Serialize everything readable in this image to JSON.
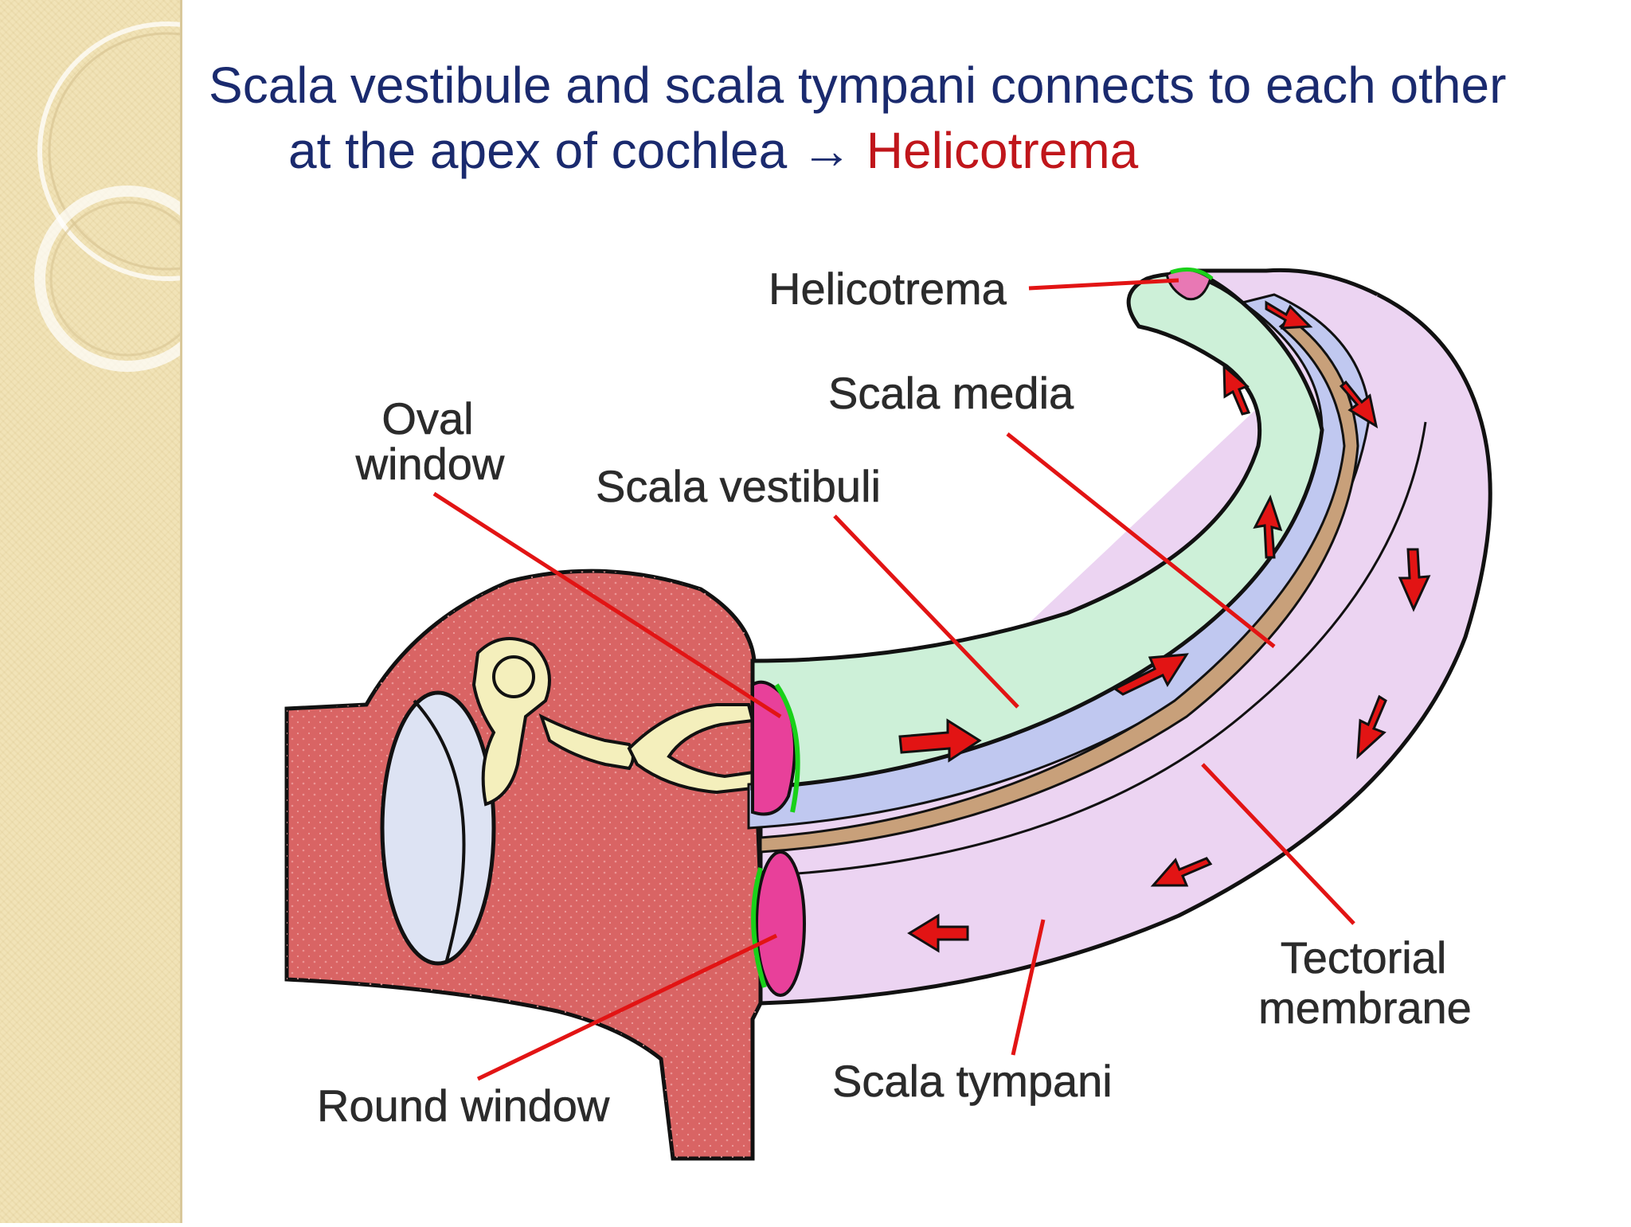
{
  "title": {
    "line1": "Scala vestibule and scala tympani connects to each other",
    "line2_prefix": "at the apex of cochlea",
    "arrow": "→",
    "highlight": "Helicotrema",
    "highlight_color": "#c0161b",
    "text_color": "#1a2a6e"
  },
  "diagram": {
    "labels": {
      "helicotrema": "Helicotrema",
      "scala_media": "Scala media",
      "oval_window_1": "Oval",
      "oval_window_2": "window",
      "scala_vestibuli": "Scala vestibuli",
      "tectorial_1": "Tectorial",
      "tectorial_2": "membrane",
      "scala_tympani": "Scala tympani",
      "round_window": "Round window"
    },
    "colors": {
      "middle_ear": "#d96464",
      "scala_vestibuli": "#cdf0d8",
      "scala_media": "#c0c8f0",
      "tectorial": "#c8a07a",
      "scala_tympani": "#ecd4f2",
      "windows": "#e8409a",
      "ossicles": "#f4efbc",
      "leader_lines": "#e21414",
      "arrows": "#e21414"
    }
  }
}
